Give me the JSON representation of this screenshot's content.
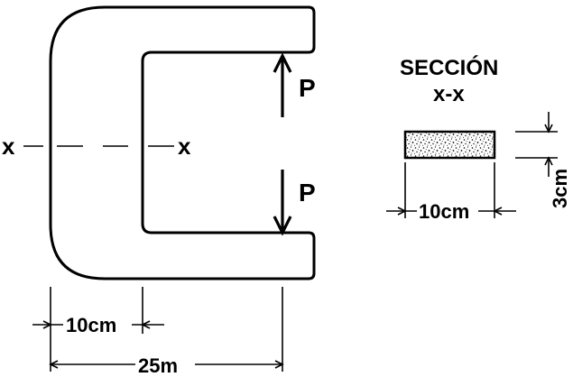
{
  "labels": {
    "axis_left": "x",
    "axis_right": "x",
    "force_top": "P",
    "force_bottom": "P",
    "section_title_line1": "SECCIÓN",
    "section_title_line2": "x-x",
    "section_width": "10cm",
    "section_height": "3cm",
    "dim_thickness": "10cm",
    "dim_total": "25m"
  },
  "colors": {
    "ink": "#000000",
    "hatch": "#d9d9d9"
  }
}
